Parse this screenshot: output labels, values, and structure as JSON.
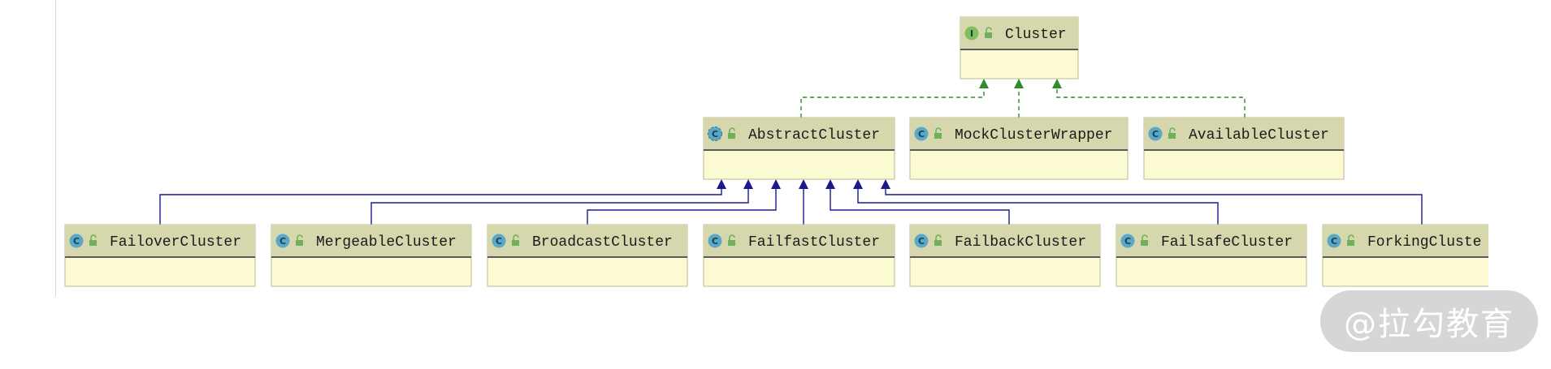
{
  "diagram": {
    "colors": {
      "box_fill": "#fcfad2",
      "header_fill": "#d7d7ad",
      "box_border": "#b9b98f",
      "header_rule": "#5a5a5a",
      "interface_badge": "#7fbf5f",
      "class_badge": "#5aa8c8",
      "lock_icon": "#6fb05a",
      "implements_edge": "#2e8b2e",
      "extends_edge": "#1a1a8c"
    },
    "nodes": [
      {
        "id": "cluster",
        "label": "Cluster",
        "kind": "interface",
        "badge": "I"
      },
      {
        "id": "abstract",
        "label": "AbstractCluster",
        "kind": "abstract-class",
        "badge": "C"
      },
      {
        "id": "mock",
        "label": "MockClusterWrapper",
        "kind": "class",
        "badge": "C"
      },
      {
        "id": "available",
        "label": "AvailableCluster",
        "kind": "class",
        "badge": "C"
      },
      {
        "id": "failover",
        "label": "FailoverCluster",
        "kind": "class",
        "badge": "C"
      },
      {
        "id": "mergeable",
        "label": "MergeableCluster",
        "kind": "class",
        "badge": "C"
      },
      {
        "id": "broadcast",
        "label": "BroadcastCluster",
        "kind": "class",
        "badge": "C"
      },
      {
        "id": "failfast",
        "label": "FailfastCluster",
        "kind": "class",
        "badge": "C"
      },
      {
        "id": "failback",
        "label": "FailbackCluster",
        "kind": "class",
        "badge": "C"
      },
      {
        "id": "failsafe",
        "label": "FailsafeCluster",
        "kind": "class",
        "badge": "C"
      },
      {
        "id": "forking",
        "label": "ForkingCluste",
        "kind": "class",
        "badge": "C"
      }
    ],
    "edges": [
      {
        "from": "abstract",
        "to": "cluster",
        "type": "implements"
      },
      {
        "from": "mock",
        "to": "cluster",
        "type": "implements"
      },
      {
        "from": "available",
        "to": "cluster",
        "type": "implements"
      },
      {
        "from": "failover",
        "to": "abstract",
        "type": "extends"
      },
      {
        "from": "mergeable",
        "to": "abstract",
        "type": "extends"
      },
      {
        "from": "broadcast",
        "to": "abstract",
        "type": "extends"
      },
      {
        "from": "failfast",
        "to": "abstract",
        "type": "extends"
      },
      {
        "from": "failback",
        "to": "abstract",
        "type": "extends"
      },
      {
        "from": "failsafe",
        "to": "abstract",
        "type": "extends"
      },
      {
        "from": "forking",
        "to": "abstract",
        "type": "extends"
      }
    ]
  },
  "watermark": {
    "text": "@拉勾教育"
  }
}
